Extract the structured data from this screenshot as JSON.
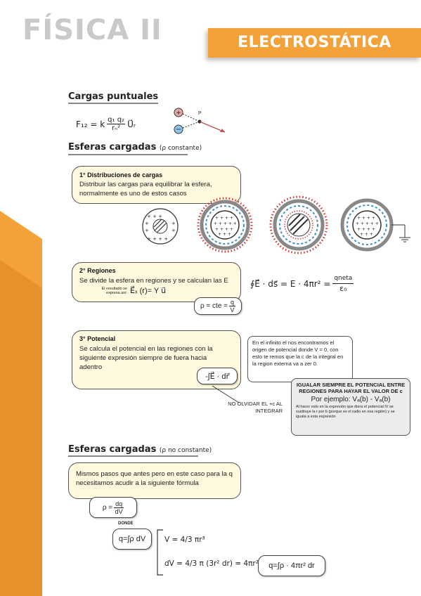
{
  "header": {
    "subject": "FÍSICA II",
    "topic": "ELECTROSTÁTICA"
  },
  "point_charges": {
    "title": "Cargas puntuales",
    "formula_lhs": "F₁₂ = k",
    "numerator": "q₁ q₂",
    "denominator": "rₙ²",
    "unit_vector": "U⃗ᵣ",
    "point_label": "P"
  },
  "spheres_const": {
    "title": "Esferas cargadas",
    "subtitle": "(ρ constante)",
    "step1": {
      "title": "1° Distribuciones de cargas",
      "text": "Distribuir las cargas para equilibrar la esfera, normalmente es uno de estos casos"
    },
    "step2": {
      "title": "2° Regiones",
      "text": "Se divide la esfera en regiones y se calculan las E",
      "note": "El resultado se expresa así:",
      "result": "E⃗ₓ (r)= Y u⃗",
      "rho": "ρ = cte =",
      "rho_num": "q",
      "rho_den": "V",
      "gauss_lhs": "∮E⃗ · ds⃗ = E · 4πr² =",
      "gauss_num": "qneta",
      "gauss_den": "ε₀"
    },
    "step3": {
      "title": "3° Potencial",
      "text": "Se calcula el potencial en las regiones con la siguiente expresión siempre de fuera hacia adentro",
      "integral": "-∫E⃗ · dr⃗",
      "reminder": "NO OLVIDAR EL +c AL INTEGRAR",
      "infinity_note": "En el infinito el nos encontramos el origen de potencial donde V = 0, con esto te remos que la c de la integral en la region externa va a zer 0.",
      "equalize_title": "IGUALAR SIEMPRE EL POTENCIAL ENTRE REGIONES PARA HAYAR EL VALOR DE c",
      "example": "Por ejemplo: Vₐ(b) - Vₐ(b)",
      "equalize_note": "Al hacer esto en la expresión que diera el potencial IV se sustituye la r por b (porque es el radio en esa región) y se iguala a esta expresión"
    }
  },
  "spheres_nonconst": {
    "title": "Esferas cargadas",
    "subtitle": "(ρ no constante)",
    "text": "Mismos pasos que antes pero en este caso para la q necesitamos acudir a la siguiente fórmula",
    "rho": "ρ =",
    "rho_num": "dq",
    "rho_den": "dV",
    "where": "DONDE",
    "q_integral": "q=∫ρ dV",
    "volume": "V = 4/3 πr³",
    "dvolume": "dV = 4/3 π (3r² dr) = 4πr² dr",
    "final": "q=∫ρ · 4πr² dr"
  }
}
